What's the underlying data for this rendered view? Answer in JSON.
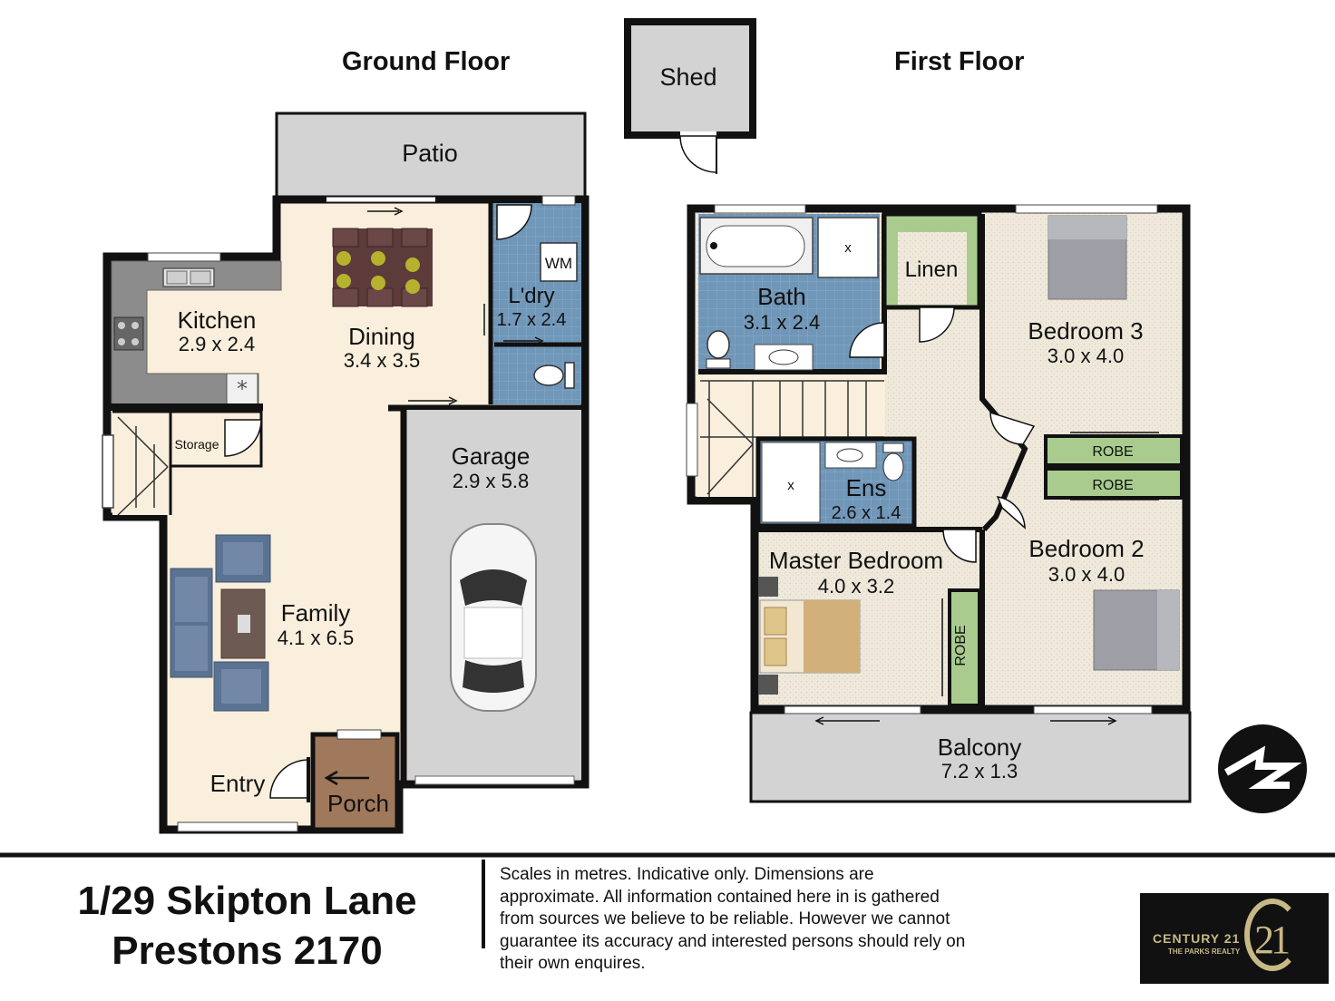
{
  "headings": {
    "ground_floor": "Ground Floor",
    "first_floor": "First Floor"
  },
  "ground": {
    "patio": "Patio",
    "kitchen": {
      "name": "Kitchen",
      "size": "2.9 x 2.4"
    },
    "dining": {
      "name": "Dining",
      "size": "3.4 x 3.5"
    },
    "laundry": {
      "name": "L'dry",
      "size": "1.7 x 2.4"
    },
    "wm": "WM",
    "storage": "Storage",
    "garage": {
      "name": "Garage",
      "size": "2.9 x 5.8"
    },
    "family": {
      "name": "Family",
      "size": "4.1 x 6.5"
    },
    "entry": "Entry",
    "porch": "Porch"
  },
  "shed": "Shed",
  "first": {
    "bath": {
      "name": "Bath",
      "size": "3.1 x 2.4"
    },
    "linen": "Linen",
    "bedroom3": {
      "name": "Bedroom 3",
      "size": "3.0 x 4.0"
    },
    "robe_upper": "ROBE",
    "robe_lower": "ROBE",
    "ensuite": {
      "name": "Ens",
      "size": "2.6 x 1.4"
    },
    "master": {
      "name": "Master Bedroom",
      "size": "4.0 x 3.2"
    },
    "master_robe": "ROBE",
    "bedroom2": {
      "name": "Bedroom 2",
      "size": "3.0 x 4.0"
    },
    "balcony": {
      "name": "Balcony",
      "size": "7.2 x 1.3"
    },
    "shower_mark": "x"
  },
  "footer": {
    "address_line1": "1/29 Skipton Lane",
    "address_line2": "Prestons 2170",
    "disclaimer": "Scales in metres. Indicative only. Dimensions are approximate. All information contained here in is gathered from sources we believe to be reliable. However we cannot guarantee its accuracy and interested persons should rely on their own enquires."
  },
  "brand": {
    "name": "CENTURY 21",
    "office": "THE PARKS REALTY",
    "numeral": "21"
  },
  "colors": {
    "wall": "#111111",
    "floor_living": "#faefdc",
    "floor_wet": "#7096b8",
    "floor_bedroom": "#eee9dc",
    "outdoor": "#d3d3d3",
    "porch": "#a0785c",
    "bench": "#8c8c8c",
    "robe": "#a9cc8e",
    "brand_gold": "#c8b886"
  }
}
